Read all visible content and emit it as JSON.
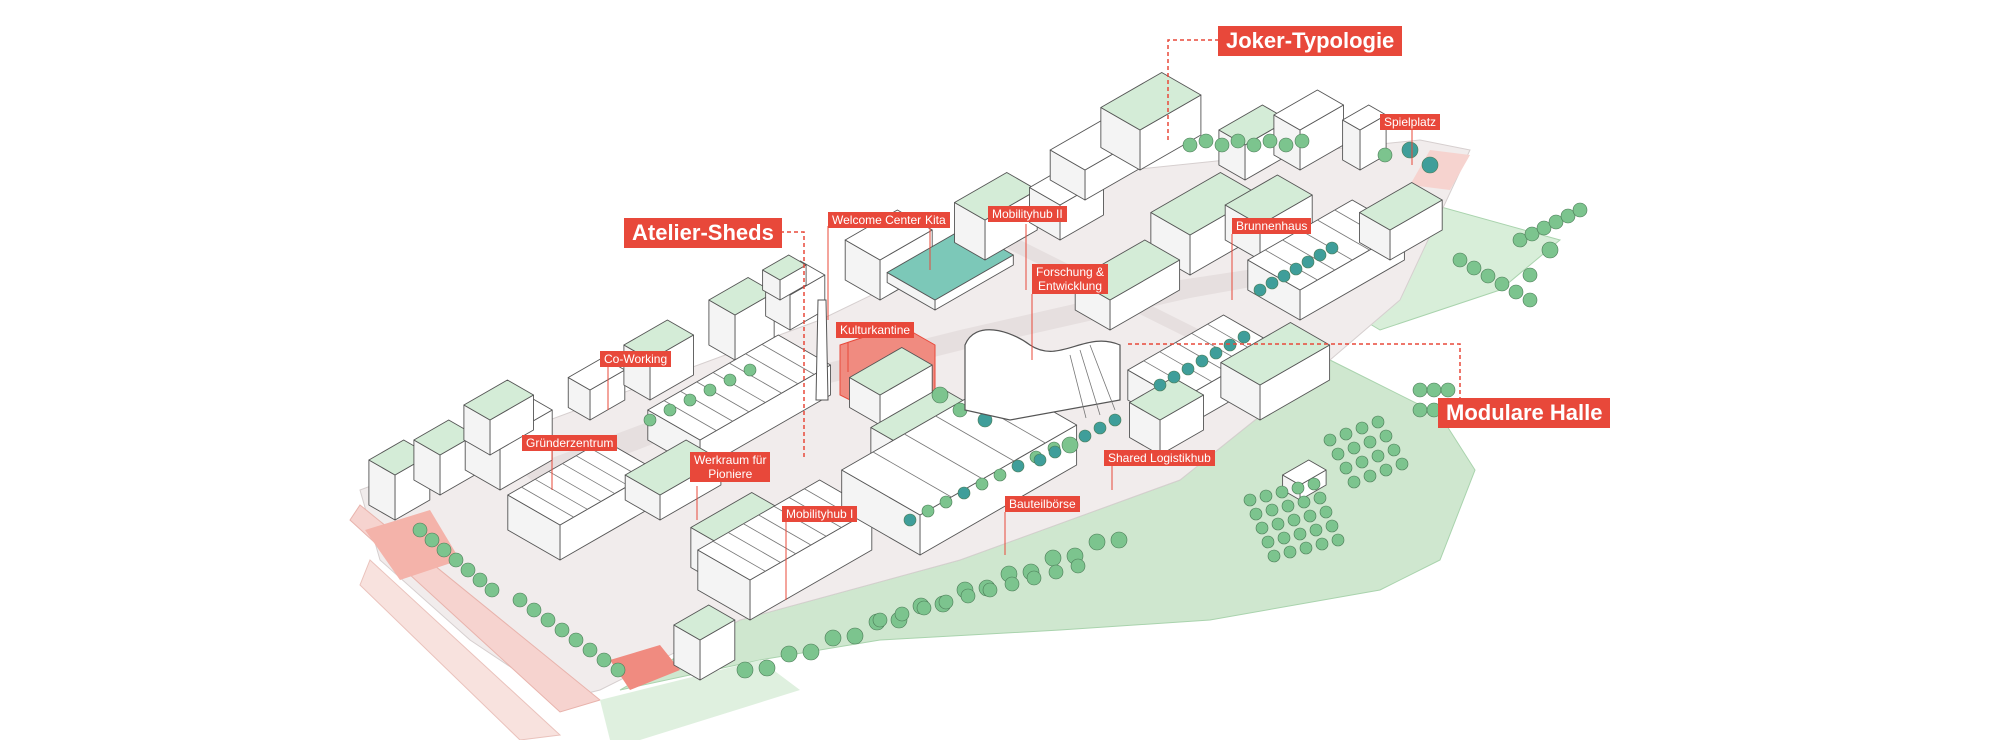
{
  "labels": {
    "joker": "Joker-Typologie",
    "atelier": "Atelier-Sheds",
    "modulare": "Modulare  Halle",
    "spielplatz": "Spielplatz",
    "welcome": "Welcome Center",
    "kita": "Kita",
    "mobility2": "Mobilityhub II",
    "forschung1": "Forschung &",
    "forschung2": "Entwicklung",
    "brunnenhaus": "Brunnenhaus",
    "kulturkantine": "Kulturkantine",
    "coworking": "Co-Working",
    "gruenderzentrum": "Gründerzentrum",
    "werkraum1": "Werkraum für",
    "werkraum2": "Pioniere",
    "mobility1": "Mobilityhub I",
    "shared": "Shared Logistikhub",
    "bauteil": "Bauteilbörse"
  },
  "colors": {
    "accent": "#e8483a",
    "roof_green": "#d4ecd7",
    "tree_green": "#7cc48e",
    "tree_teal": "#3f9e9a",
    "park_green": "#cfe7cf",
    "road_pink": "#f6d3cf",
    "street_grey": "#e9e4e4"
  }
}
